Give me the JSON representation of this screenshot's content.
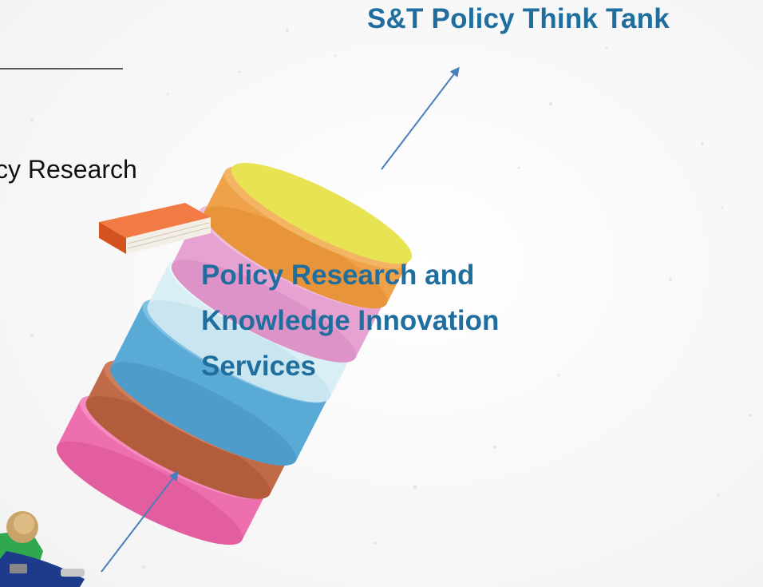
{
  "diagram": {
    "top_label": "S&T Policy Think Tank",
    "center_label_lines": [
      "Policy Research and",
      "Knowledge Innovation",
      "Services"
    ],
    "left_partial_label": "cy Research"
  },
  "colors": {
    "label_blue": "#1F6E9E",
    "arrow_blue": "#4A7EBB",
    "layer_yellow": "#E8E352",
    "layer_orange": "#F0A24A",
    "layer_pink": "#E6A3D2",
    "layer_light": "#D9EEF5",
    "layer_blue": "#5AAAD6",
    "layer_brown": "#C06A48",
    "layer_magenta": "#EE6FAE",
    "book_orange": "#E8622C"
  },
  "icons": [
    "book-icon",
    "person-icon"
  ]
}
